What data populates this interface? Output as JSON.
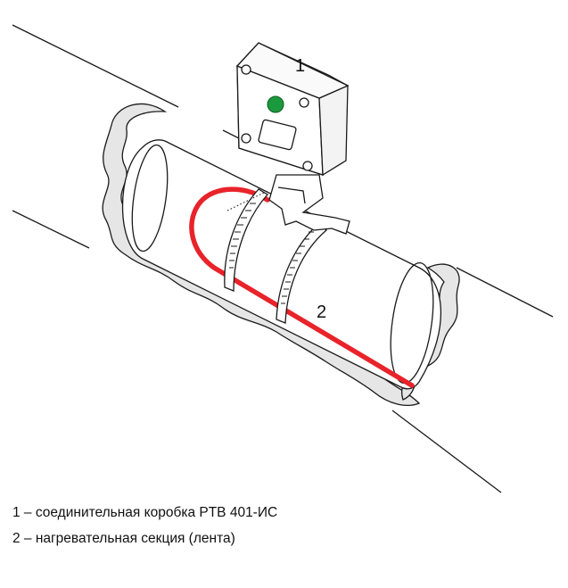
{
  "callouts": {
    "box_number": "1",
    "cable_number": "2"
  },
  "legend": {
    "items": [
      "1 – соединительная коробка PTB 401-ИС",
      "2 – нагревательная секция (лента)"
    ]
  },
  "colors": {
    "heating_cable": "#e8232a",
    "indicator_lamp": "#1a9a3c",
    "insulation_cut": "#e6e6e6",
    "outline": "#1a1a1a"
  },
  "icons": [
    "junction-box",
    "indicator-lamp",
    "pipe-clamp",
    "heating-cable"
  ]
}
